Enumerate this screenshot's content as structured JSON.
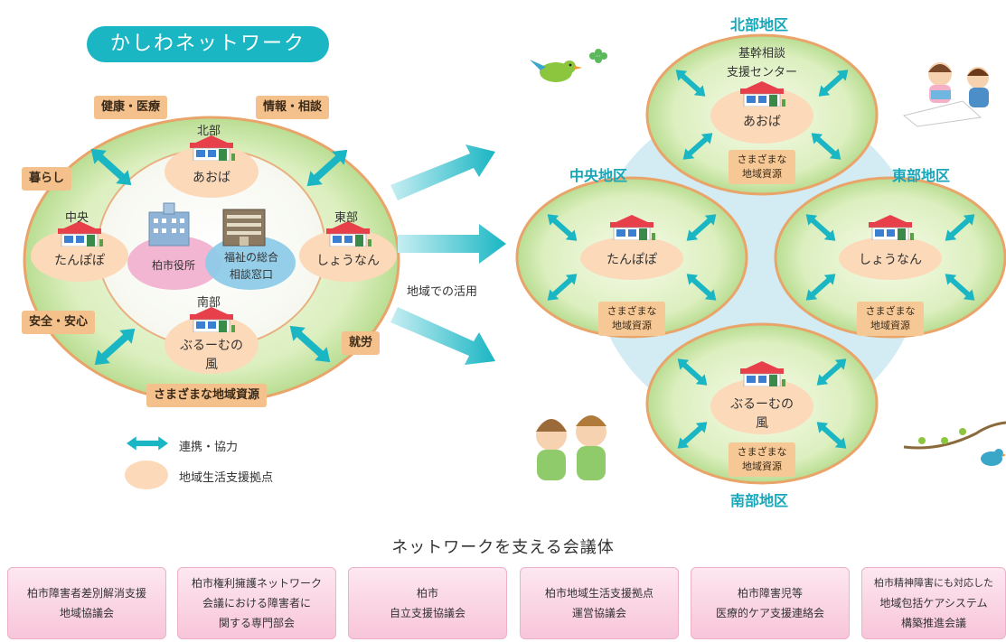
{
  "network": {
    "title": "かしわネットワーク",
    "tags": {
      "health": "健康・医療",
      "info": "情報・相談",
      "living": "暮らし",
      "safety": "安全・安心",
      "work": "就労",
      "resources": "さまざまな地域資源"
    },
    "regions": {
      "north": "北部",
      "central": "中央",
      "east": "東部",
      "south": "南部"
    },
    "bases": {
      "aoba": "あおば",
      "tanpopo": "たんぽぽ",
      "shounan": "しょうなん",
      "bloom_1": "ぶるーむの",
      "bloom_2": "風"
    },
    "city_hall": "柏市役所",
    "welfare_1": "福祉の総合",
    "welfare_2": "相談窓口",
    "usage_label": "地域での活用"
  },
  "legend": {
    "cooperation": "連携・協力",
    "base": "地域生活支援拠点"
  },
  "districts": {
    "north": {
      "title": "北部地区",
      "center_1": "基幹相談",
      "center_2": "支援センター",
      "base": "あおば",
      "resource_1": "さまざまな",
      "resource_2": "地域資源"
    },
    "central": {
      "title": "中央地区",
      "base": "たんぽぽ",
      "resource_1": "さまざまな",
      "resource_2": "地域資源"
    },
    "east": {
      "title": "東部地区",
      "base": "しょうなん",
      "resource_1": "さまざまな",
      "resource_2": "地域資源"
    },
    "south": {
      "title": "南部地区",
      "base_1": "ぶるーむの",
      "base_2": "風",
      "resource_1": "さまざまな",
      "resource_2": "地域資源"
    }
  },
  "councils": {
    "title": "ネットワークを支える会議体",
    "items": [
      {
        "lines": [
          "柏市障害者差別解消支援",
          "地域協議会"
        ]
      },
      {
        "lines": [
          "柏市権利擁護ネットワーク",
          "会議における障害者に",
          "関する専門部会"
        ]
      },
      {
        "lines": [
          "柏市",
          "自立支援協議会"
        ]
      },
      {
        "lines": [
          "柏市地域生活支援拠点",
          "運営協議会"
        ]
      },
      {
        "lines": [
          "柏市障害児等",
          "医療的ケア支援連絡会"
        ]
      },
      {
        "lines": [
          "柏市精神障害にも対応した",
          "地域包括ケアシステム",
          "構築推進会議"
        ]
      }
    ]
  },
  "colors": {
    "teal": "#1ab6c4",
    "green_light": "#e6f2cc",
    "green_dark": "#7cc25a",
    "base_peach": "#fcd9b8",
    "tag_orange": "#f4c18c",
    "council_pink": "#f8c5d9",
    "district_bg": "#d3ebf3"
  },
  "icons": [
    "double-arrow-icon",
    "house-icon",
    "building-icon",
    "bird-icon",
    "people-icon",
    "arrow-right-icon"
  ]
}
